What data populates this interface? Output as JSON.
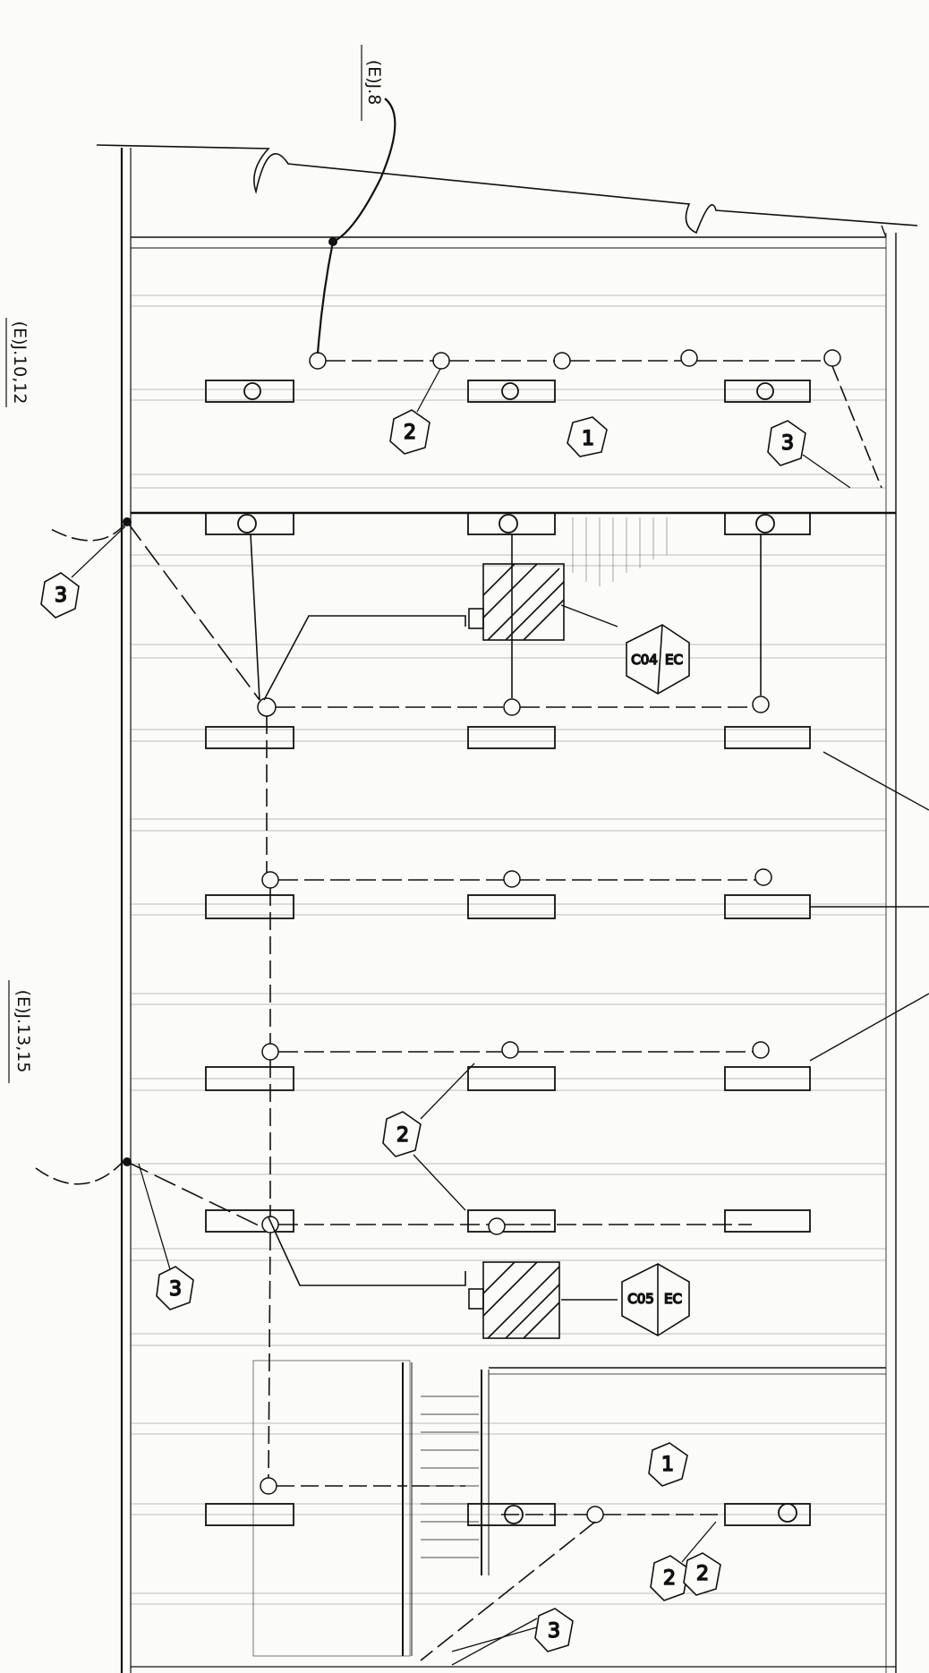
{
  "drawing": {
    "title": "",
    "background": "#fbfbf9",
    "ink": "#111111",
    "refs": {
      "r1": "(E)J.8",
      "r2": "(E)J.10,12",
      "r3": "(E)J.13,15"
    },
    "tags": [
      "1",
      "2",
      "3",
      "2",
      "3",
      "3",
      "2",
      "1",
      "3",
      "2"
    ],
    "ec_tags": [
      {
        "top": "EC",
        "bottom": "C04"
      },
      {
        "top": "EC",
        "bottom": "C05"
      }
    ]
  }
}
